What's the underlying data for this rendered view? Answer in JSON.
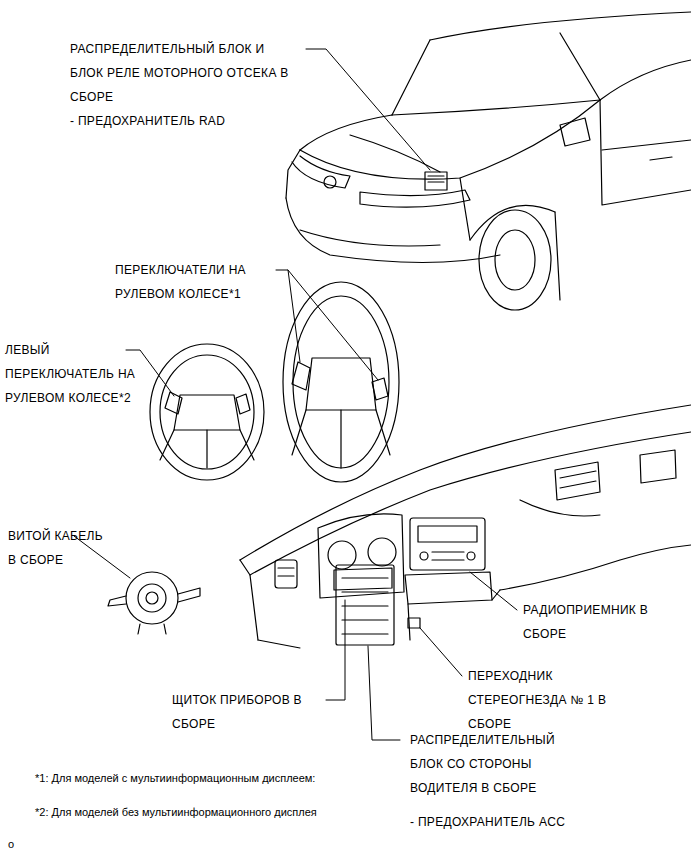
{
  "diagram": {
    "labels": [
      "РАСПРЕДЕЛИТЕЛЬНЫЙ БЛОК И БЛОК РЕЛЕ МОТОРНОГО ОТСЕКА В СБОРЕ",
      "- ПРЕДОХРАНИТЕЛЬ RAD",
      "ПЕРЕКЛЮЧАТЕЛИ НА РУЛЕВОМ КОЛЕСЕ*1",
      "ЛЕВЫЙ ПЕРЕКЛЮЧАТЕЛЬ НА РУЛЕВОМ КОЛЕСЕ*2",
      "ВИТОЙ КАБЕЛЬ В СБОРЕ",
      "РАДИОПРИЕМНИК В СБОРЕ",
      "ПЕРЕХОДНИК СТЕРЕОГНЕЗДА № 1 В СБОРЕ",
      "ЩИТОК ПРИБОРОВ В СБОРЕ",
      "РАСПРЕДЕЛИТЕЛЬНЫЙ БЛОК СО СТОРОНЫ ВОДИТЕЛЯ В СБОРЕ",
      "- ПРЕДОХРАНИТЕЛЬ ACC",
      "*1: Для моделей с мультиинформационным дисплеем:",
      "*2: Для моделей без мультиинформационного дисплея",
      "o"
    ]
  }
}
